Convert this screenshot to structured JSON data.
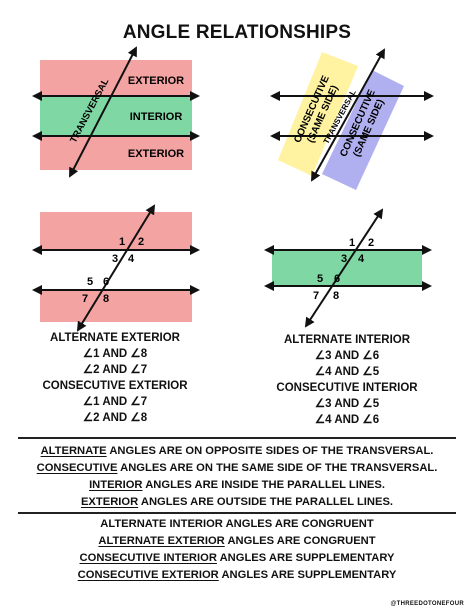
{
  "title": "ANGLE RELATIONSHIPS",
  "diagram1": {
    "exterior_top": "EXTERIOR",
    "interior": "INTERIOR",
    "exterior_bottom": "EXTERIOR",
    "transversal": "TRANSVERSAL",
    "colors": {
      "exterior": "#f4a3a3",
      "interior": "#7fd8a4"
    }
  },
  "diagram2": {
    "consecutive_left": [
      "CONSECUTIVE",
      "(SAME SIDE)"
    ],
    "consecutive_right": [
      "CONSECUTIVE",
      "(SAME SIDE)"
    ],
    "transversal": "TRANSVERSAL",
    "colors": {
      "left": "#fff2a0",
      "right": "#a9a8ee"
    }
  },
  "diagram3": {
    "labels": [
      "1",
      "2",
      "3",
      "4",
      "5",
      "6",
      "7",
      "8"
    ],
    "color": "#f4a3a3"
  },
  "diagram4": {
    "labels": [
      "1",
      "2",
      "3",
      "4",
      "5",
      "6",
      "7",
      "8"
    ],
    "color": "#7fd8a4"
  },
  "alternate_exterior": {
    "heading": "ALTERNATE EXTERIOR",
    "pairs": [
      "∠1 AND ∠8",
      "∠2 AND ∠7"
    ]
  },
  "consecutive_exterior": {
    "heading": "CONSECUTIVE EXTERIOR",
    "pairs": [
      "∠1 AND ∠7",
      "∠2 AND ∠8"
    ]
  },
  "alternate_interior": {
    "heading": "ALTERNATE INTERIOR",
    "pairs": [
      "∠3 AND ∠6",
      "∠4 AND ∠5"
    ]
  },
  "consecutive_interior": {
    "heading": "CONSECUTIVE INTERIOR",
    "pairs": [
      "∠3 AND ∠5",
      "∠4 AND ∠6"
    ]
  },
  "definitions": [
    {
      "key": "ALTERNATE",
      "rest": " ANGLES ARE ON OPPOSITE SIDES OF THE TRANSVERSAL."
    },
    {
      "key": "CONSECUTIVE",
      "rest": " ANGLES ARE ON THE SAME SIDE OF THE TRANSVERSAL."
    },
    {
      "key": "INTERIOR",
      "rest": " ANGLES ARE INSIDE THE PARALLEL LINES."
    },
    {
      "key": "EXTERIOR",
      "rest": " ANGLES ARE OUTSIDE THE PARALLEL LINES."
    }
  ],
  "rules": [
    {
      "key": "ALTERNATE INTERIOR",
      "rest": " ANGLES ARE CONGRUENT"
    },
    {
      "key": "ALTERNATE EXTERIOR",
      "rest": " ANGLES ARE CONGRUENT"
    },
    {
      "key": "CONSECUTIVE INTERIOR",
      "rest": " ANGLES ARE SUPPLEMENTARY"
    },
    {
      "key": "CONSECUTIVE EXTERIOR",
      "rest": " ANGLES ARE SUPPLEMENTARY"
    }
  ],
  "credit": "@THREEDOTONEFOUR"
}
